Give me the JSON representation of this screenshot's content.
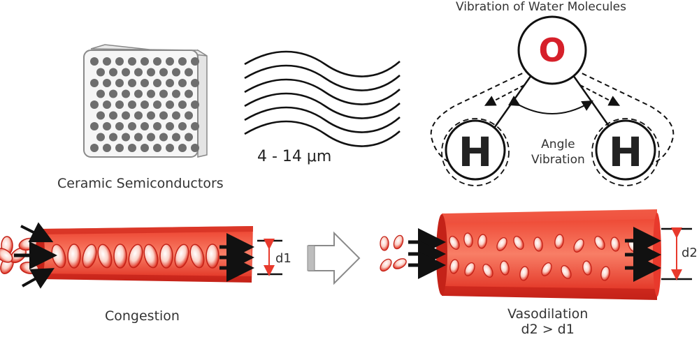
{
  "labels": {
    "ceramic": "Ceramic Semiconductors",
    "wavelength": "4 - 14 μm",
    "title": "Vibration of Water Molecules",
    "oxygen": "O",
    "hydrogen": "H",
    "angle_line1": "Angle",
    "angle_line2": "Vibration",
    "d1": "d1",
    "d2": "d2",
    "congestion": "Congestion",
    "vasodilation": "Vasodilation",
    "comparison": "d2 > d1"
  },
  "colors": {
    "vessel": "#e8392c",
    "vessel_dark": "#c42218",
    "vessel_light": "#f7a08e",
    "oxygen": "#d6202a",
    "dot": "#6e6e6e",
    "line": "#111111"
  }
}
